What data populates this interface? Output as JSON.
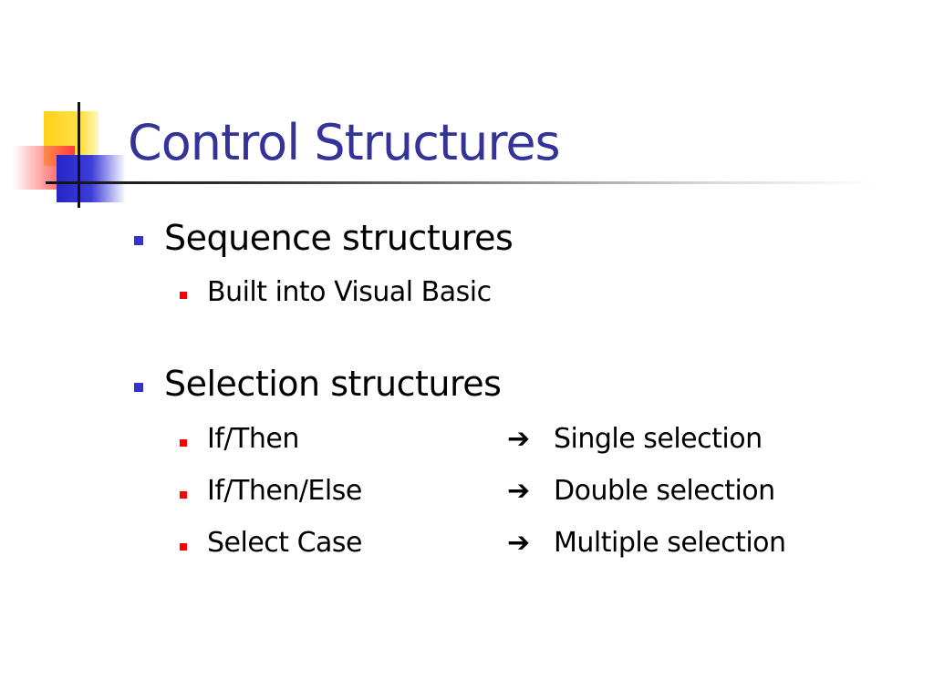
{
  "title": "Control Structures",
  "colors": {
    "title": "#333399",
    "level1_bullet": "#3333cc",
    "level2_bullet": "#ff0000",
    "logo_yellow": "#ffd21a",
    "logo_red": "#ff3a3a",
    "logo_blue": "#2626c8"
  },
  "bullets": [
    {
      "text": "Sequence structures",
      "sub": [
        {
          "text": "Built into Visual Basic"
        }
      ]
    },
    {
      "text": "Selection structures",
      "sub": [
        {
          "text": "If/Then",
          "arrow": "➔",
          "result": "Single selection"
        },
        {
          "text": "If/Then/Else",
          "arrow": "➔",
          "result": "Double selection"
        },
        {
          "text": "Select Case",
          "arrow": "➔",
          "result": "Multiple selection"
        }
      ]
    }
  ]
}
